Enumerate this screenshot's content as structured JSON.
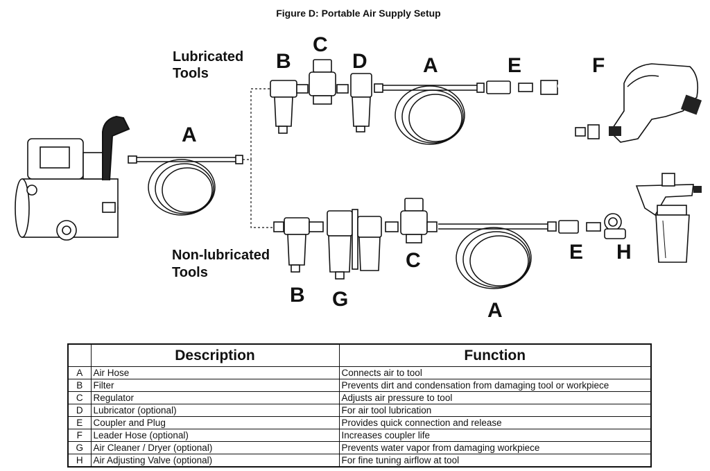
{
  "figure_title": "Figure D:  Portable Air Supply Setup",
  "groups": {
    "lubricated": [
      "Lubricated",
      "Tools"
    ],
    "non_lubricated": [
      "Non-lubricated",
      "Tools"
    ]
  },
  "callouts": {
    "top": [
      "B",
      "C",
      "D",
      "A",
      "E",
      "F"
    ],
    "main_hose": "A",
    "bottom": [
      "B",
      "G",
      "C",
      "A",
      "E",
      "H"
    ]
  },
  "table": {
    "headers": [
      "",
      "Description",
      "Function"
    ],
    "rows": [
      {
        "code": "A",
        "description": "Air Hose",
        "function": "Connects air to tool"
      },
      {
        "code": "B",
        "description": "Filter",
        "function": "Prevents dirt and condensation from damaging tool or workpiece"
      },
      {
        "code": "C",
        "description": "Regulator",
        "function": "Adjusts air pressure to tool"
      },
      {
        "code": "D",
        "description": "Lubricator (optional)",
        "function": "For air tool lubrication"
      },
      {
        "code": "E",
        "description": "Coupler and Plug",
        "function": "Provides quick connection and release"
      },
      {
        "code": "F",
        "description": "Leader Hose (optional)",
        "function": "Increases coupler life"
      },
      {
        "code": "G",
        "description": "Air Cleaner / Dryer (optional)",
        "function": "Prevents water vapor from damaging workpiece"
      },
      {
        "code": "H",
        "description": "Air Adjusting Valve (optional)",
        "function": "For fine tuning airflow at tool"
      }
    ]
  }
}
